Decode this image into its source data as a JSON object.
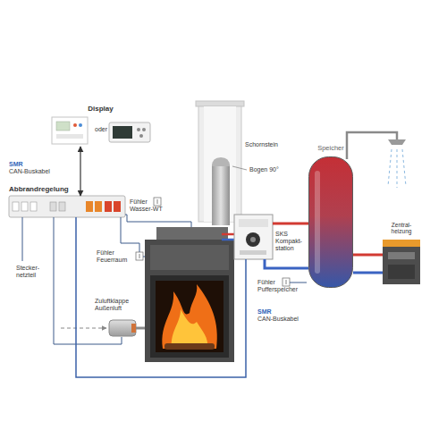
{
  "diagram": {
    "nodes": [
      {
        "text": [
          "Display",
          "oder"
        ]
      },
      {
        "text": [
          "Abbrandregelung"
        ]
      },
      {
        "text": [
          "SKS Kompakt- station"
        ]
      },
      {
        "text": [
          "Speicher"
        ]
      },
      {
        "text": [
          "Zentral- heizung"
        ]
      }
    ],
    "edges": [
      {
        "from": 0,
        "to": 1,
        "arrow": "both"
      },
      {
        "from": 1,
        "to": 2,
        "arrow": "none"
      },
      {
        "from": 2,
        "to": 3,
        "arrow": "none"
      },
      {
        "from": 3,
        "to": 2,
        "arrow": "none"
      },
      {
        "from": 3,
        "to": 4,
        "arrow": "none"
      },
      {
        "from": 3,
        "to": 4,
        "arrow": "none"
      }
    ],
    "labels": [
      "SMR",
      "CAN-Buskabel",
      "Schornstein",
      "Bogen 90°",
      "Fühler Wasser-WT",
      "Fühler Feuerraum",
      "Stecker- netzteil",
      "Zuluftklappe Außenluft",
      "Fühler Pufferspeicher",
      "SMR",
      "CAN-Buskabel"
    ]
  }
}
